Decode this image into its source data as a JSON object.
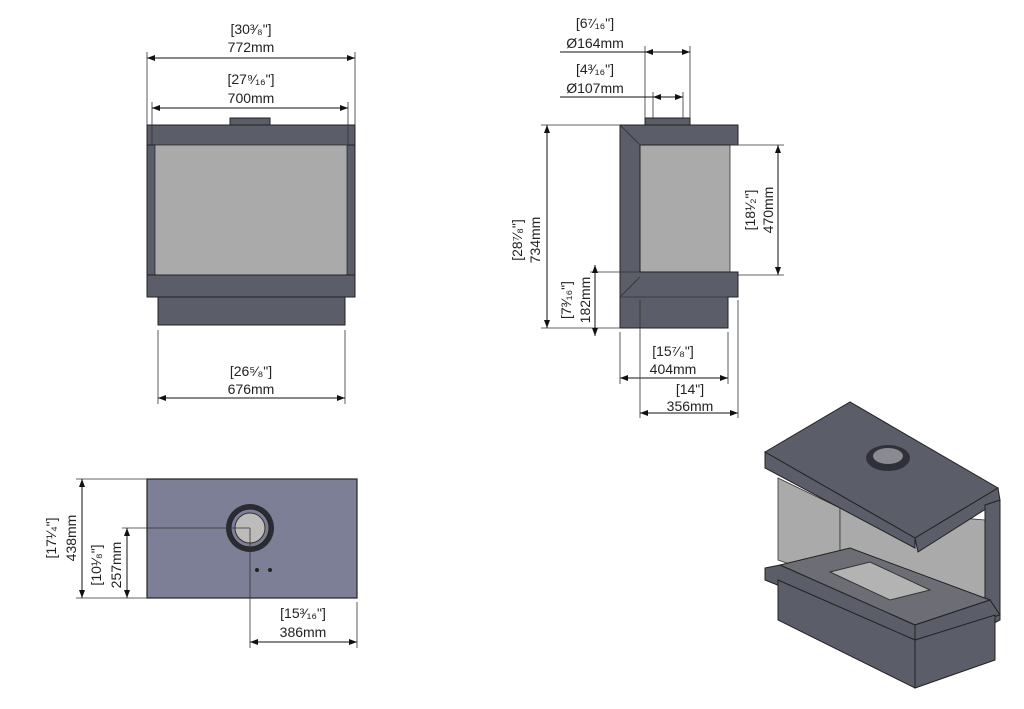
{
  "front_view": {
    "overall_width": {
      "inch": "[30³⁄₈\"]",
      "mm": "772mm"
    },
    "opening_width": {
      "inch": "[27⁹⁄₁₆\"]",
      "mm": "700mm"
    },
    "base_width": {
      "inch": "[26⁵⁄₈\"]",
      "mm": "676mm"
    }
  },
  "side_view": {
    "outer_flue": {
      "inch": "[6⁷⁄₁₆\"]",
      "mm": "Ø164mm"
    },
    "inner_flue": {
      "inch": "[4³⁄₁₆\"]",
      "mm": "Ø107mm"
    },
    "overall_height": {
      "inch": "[28⁷⁄₈\"]",
      "mm": "734mm"
    },
    "glass_height": {
      "inch": "[18¹⁄₂\"]",
      "mm": "470mm"
    },
    "base_height": {
      "inch": "[7³⁄₁₆\"]",
      "mm": "182mm"
    },
    "overall_depth": {
      "inch": "[15⁷⁄₈\"]",
      "mm": "404mm"
    },
    "glass_depth": {
      "inch": "[14\"]",
      "mm": "356mm"
    }
  },
  "top_view": {
    "depth": {
      "inch": "[17¹⁄₄\"]",
      "mm": "438mm"
    },
    "flue_from_back": {
      "inch": "[10¹⁄₈\"]",
      "mm": "257mm"
    },
    "flue_from_side": {
      "inch": "[15³⁄₁₆\"]",
      "mm": "386mm"
    }
  }
}
